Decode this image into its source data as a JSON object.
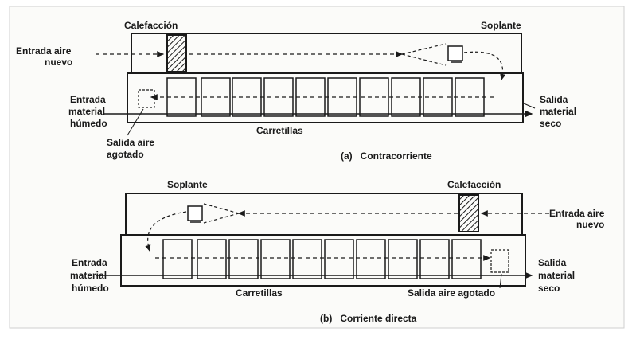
{
  "diagram_a": {
    "caption": "(a)   Contracorriente",
    "labels": {
      "heating": "Calefacción",
      "blower": "Soplante",
      "air_in_l1": "Entrada aire",
      "air_in_l2": "nuevo",
      "wet_in_l1": "Entrada",
      "wet_in_l2": "material",
      "wet_in_l3": "húmedo",
      "exhaust_l1": "Salida aire",
      "exhaust_l2": "agotado",
      "dry_out_l1": "Salida",
      "dry_out_l2": "material",
      "dry_out_l3": "seco",
      "trolleys": "Carretillas"
    }
  },
  "diagram_b": {
    "caption": "(b)   Corriente directa",
    "labels": {
      "blower": "Soplante",
      "heating": "Calefacción",
      "air_in_l1": "Entrada aire",
      "air_in_l2": "nuevo",
      "wet_in_l1": "Entrada",
      "wet_in_l2": "material",
      "wet_in_l3": "húmedo",
      "dry_out_l1": "Salida",
      "dry_out_l2": "material",
      "dry_out_l3": "seco",
      "trolleys": "Carretillas",
      "exhaust": "Salida aire agotado"
    }
  },
  "colors": {
    "page_bg": "#ffffff",
    "card_bg": "#fbfbf9",
    "ink": "#1a1a1a"
  }
}
